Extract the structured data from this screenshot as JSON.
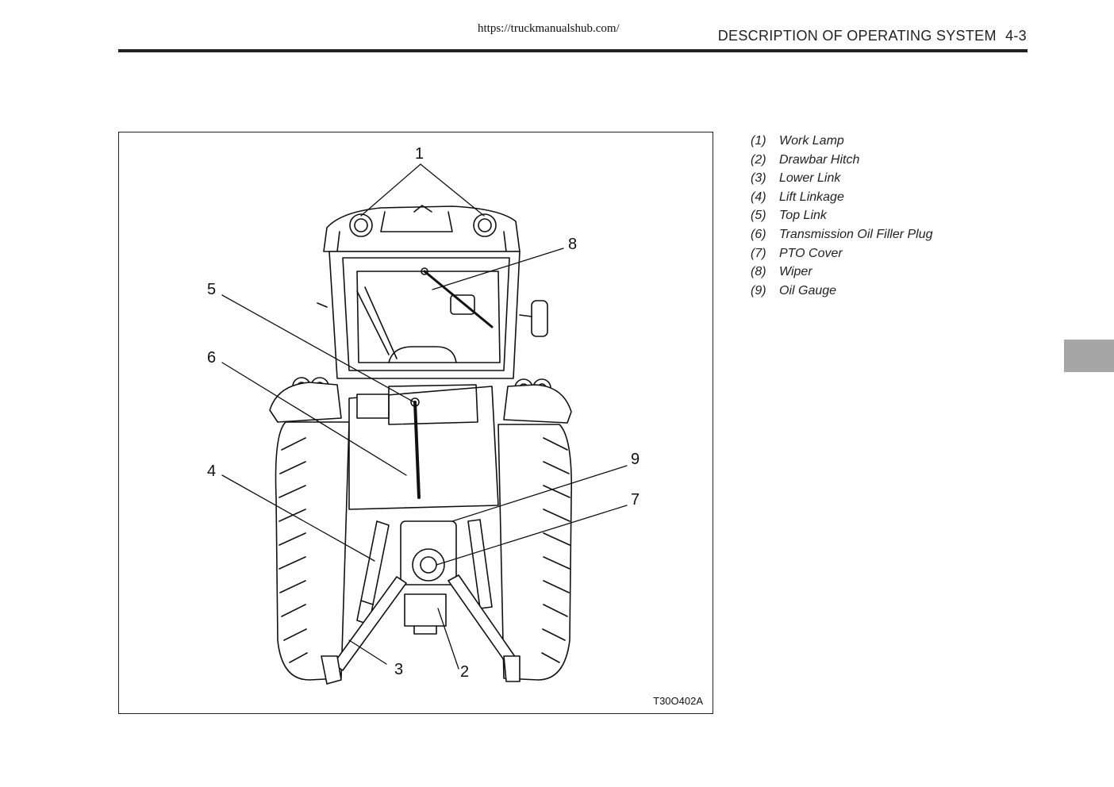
{
  "header": {
    "url": "https://truckmanualshub.com/",
    "section_title": "DESCRIPTION OF OPERATING SYSTEM",
    "page_number": "4-3"
  },
  "figure": {
    "code": "T30O402A",
    "callouts": [
      "1",
      "2",
      "3",
      "4",
      "5",
      "6",
      "7",
      "8",
      "9"
    ]
  },
  "legend": [
    {
      "num": "(1)",
      "label": "Work Lamp"
    },
    {
      "num": "(2)",
      "label": "Drawbar Hitch"
    },
    {
      "num": "(3)",
      "label": "Lower Link"
    },
    {
      "num": "(4)",
      "label": "Lift Linkage"
    },
    {
      "num": "(5)",
      "label": "Top Link"
    },
    {
      "num": "(6)",
      "label": "Transmission Oil Filler Plug"
    },
    {
      "num": "(7)",
      "label": "PTO Cover"
    },
    {
      "num": "(8)",
      "label": "Wiper"
    },
    {
      "num": "(9)",
      "label": "Oil Gauge"
    }
  ],
  "colors": {
    "rule": "#222222",
    "side_tab": "#a6a6a6"
  }
}
